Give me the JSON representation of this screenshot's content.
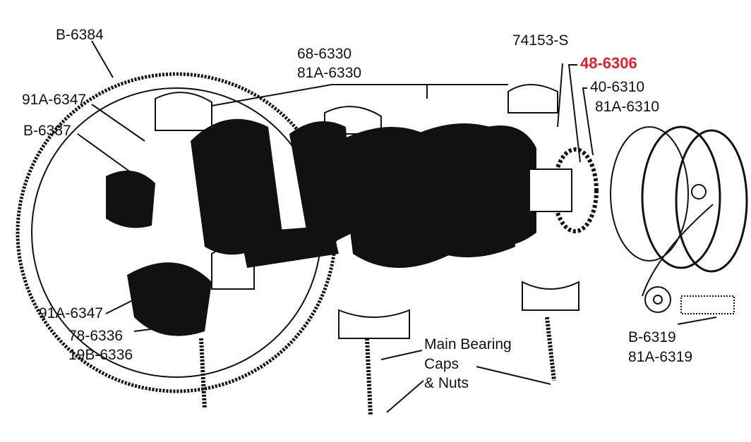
{
  "labels": {
    "flywheel_gear": "B-6384",
    "main_bearing_a": "68-6330",
    "main_bearing_b": "81A-6330",
    "key": "74153-S",
    "highlighted_part": "48-6306",
    "sprocket_a": "40-6310",
    "sprocket_b": "81A-6310",
    "bolt_upper": "91A-6347",
    "dowel": "B-6387",
    "bolt_lower": "91A-6347",
    "rod_cap_a": "78-6336",
    "rod_cap_b": "19B-6336",
    "caps_line1": "Main Bearing",
    "caps_line2": "Caps",
    "caps_line3": "& Nuts",
    "pulley_bolt_a": "B-6319",
    "pulley_bolt_b": "81A-6319"
  },
  "colors": {
    "highlight": "#e0202a",
    "ink": "#111111"
  }
}
